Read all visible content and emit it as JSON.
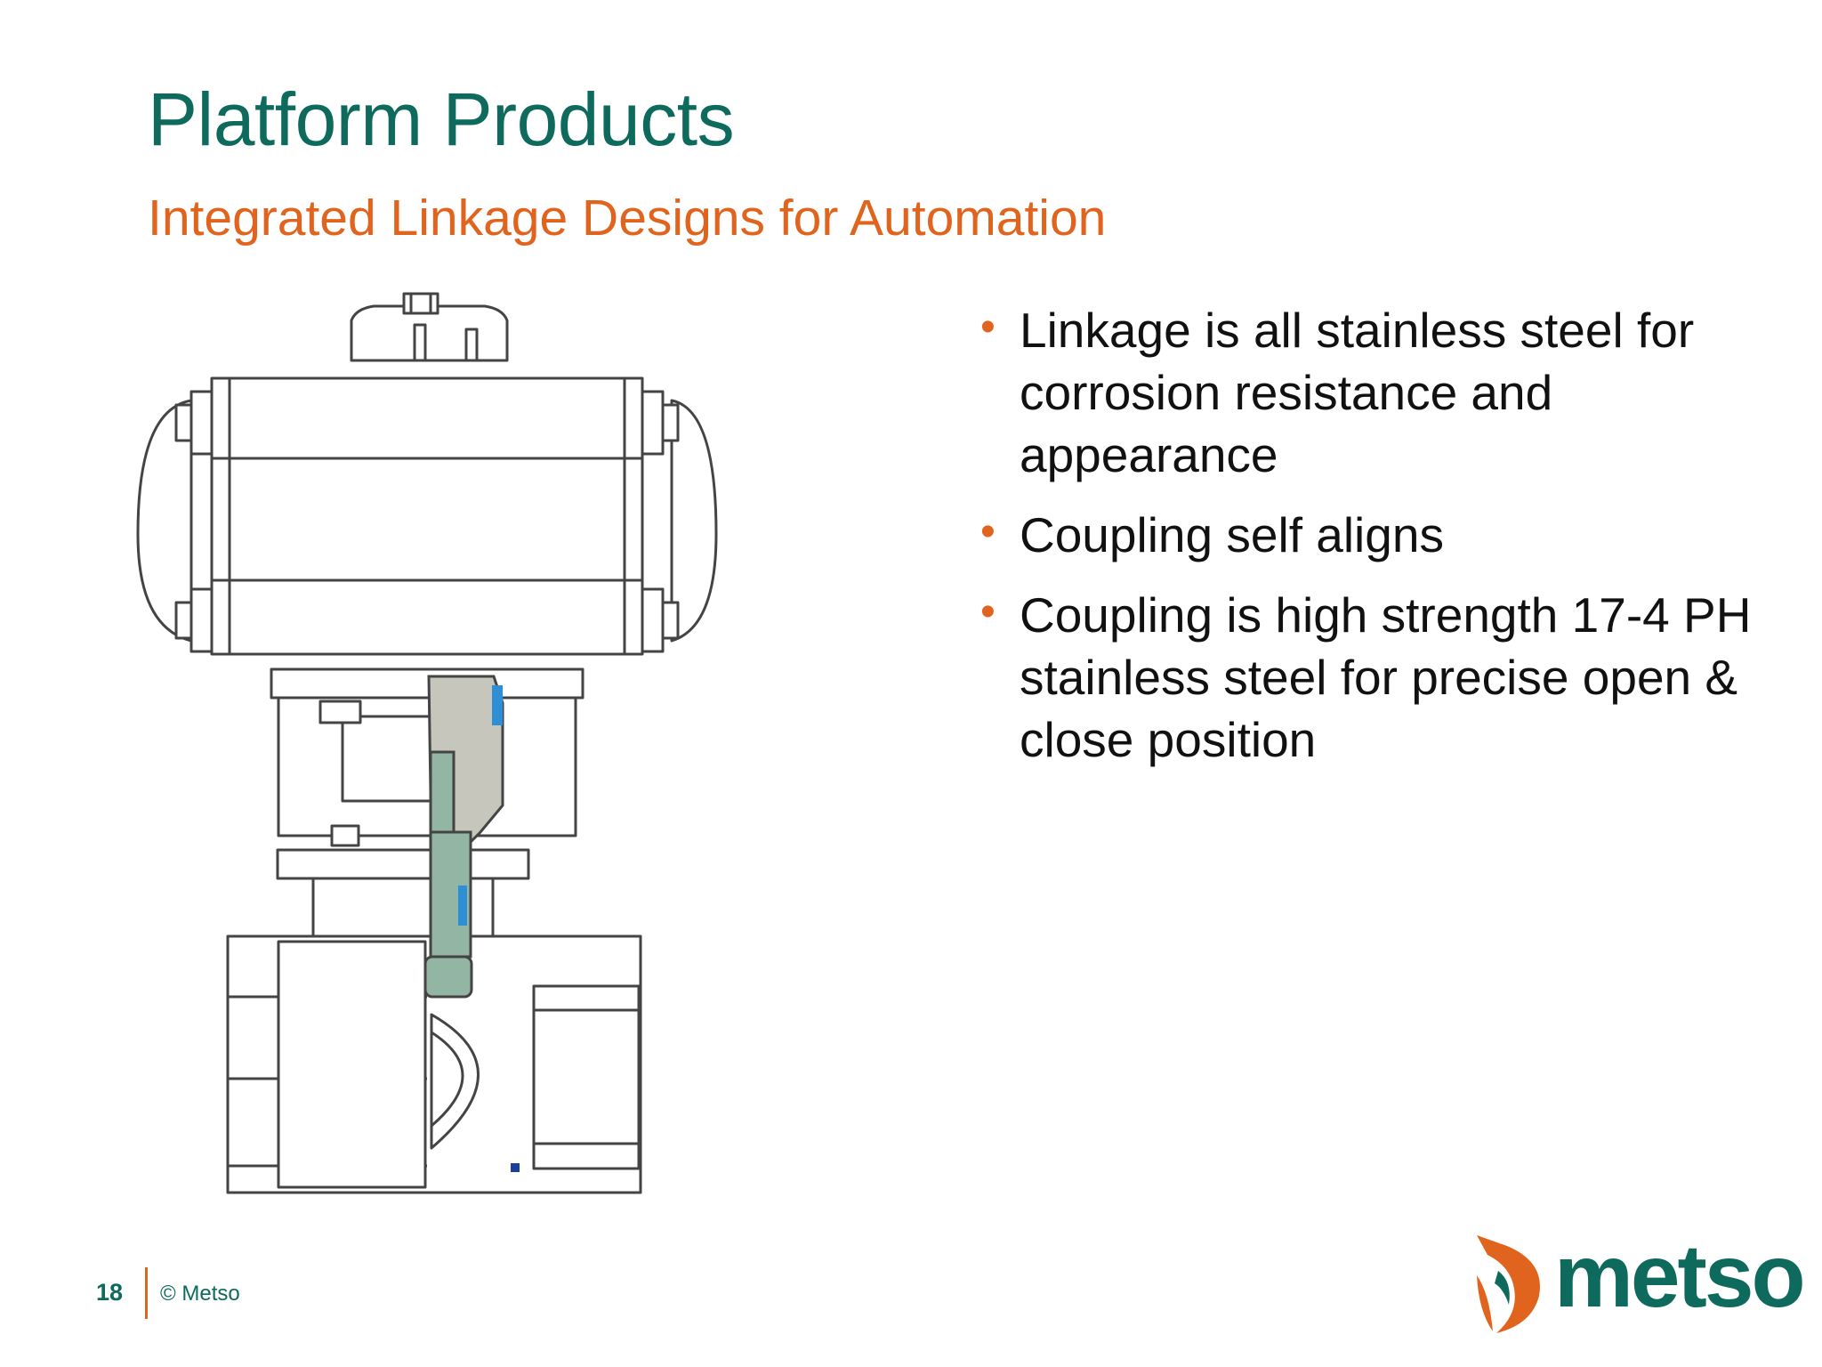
{
  "slide": {
    "title": "Platform Products",
    "subtitle": "Integrated Linkage Designs for Automation",
    "illustration_icon": "valve-actuator-cross-section-icon",
    "bullets": [
      "Linkage is all stainless steel for corrosion resistance and appearance",
      "Coupling self aligns",
      "Coupling is high strength 17-4 PH stainless steel for precise open & close position"
    ],
    "bullet_glyph": "•",
    "page_number": "18",
    "copyright": "© Metso",
    "logo_text": "metso",
    "logo_icon": "metso-flame-icon"
  },
  "colors": {
    "title": "#0e6a5c",
    "accent": "#e0641e",
    "text": "#111111",
    "linkage_gray": "#c6c6bd",
    "coupling_green": "#93b5a4",
    "seal_blue": "#2e8fd6"
  }
}
